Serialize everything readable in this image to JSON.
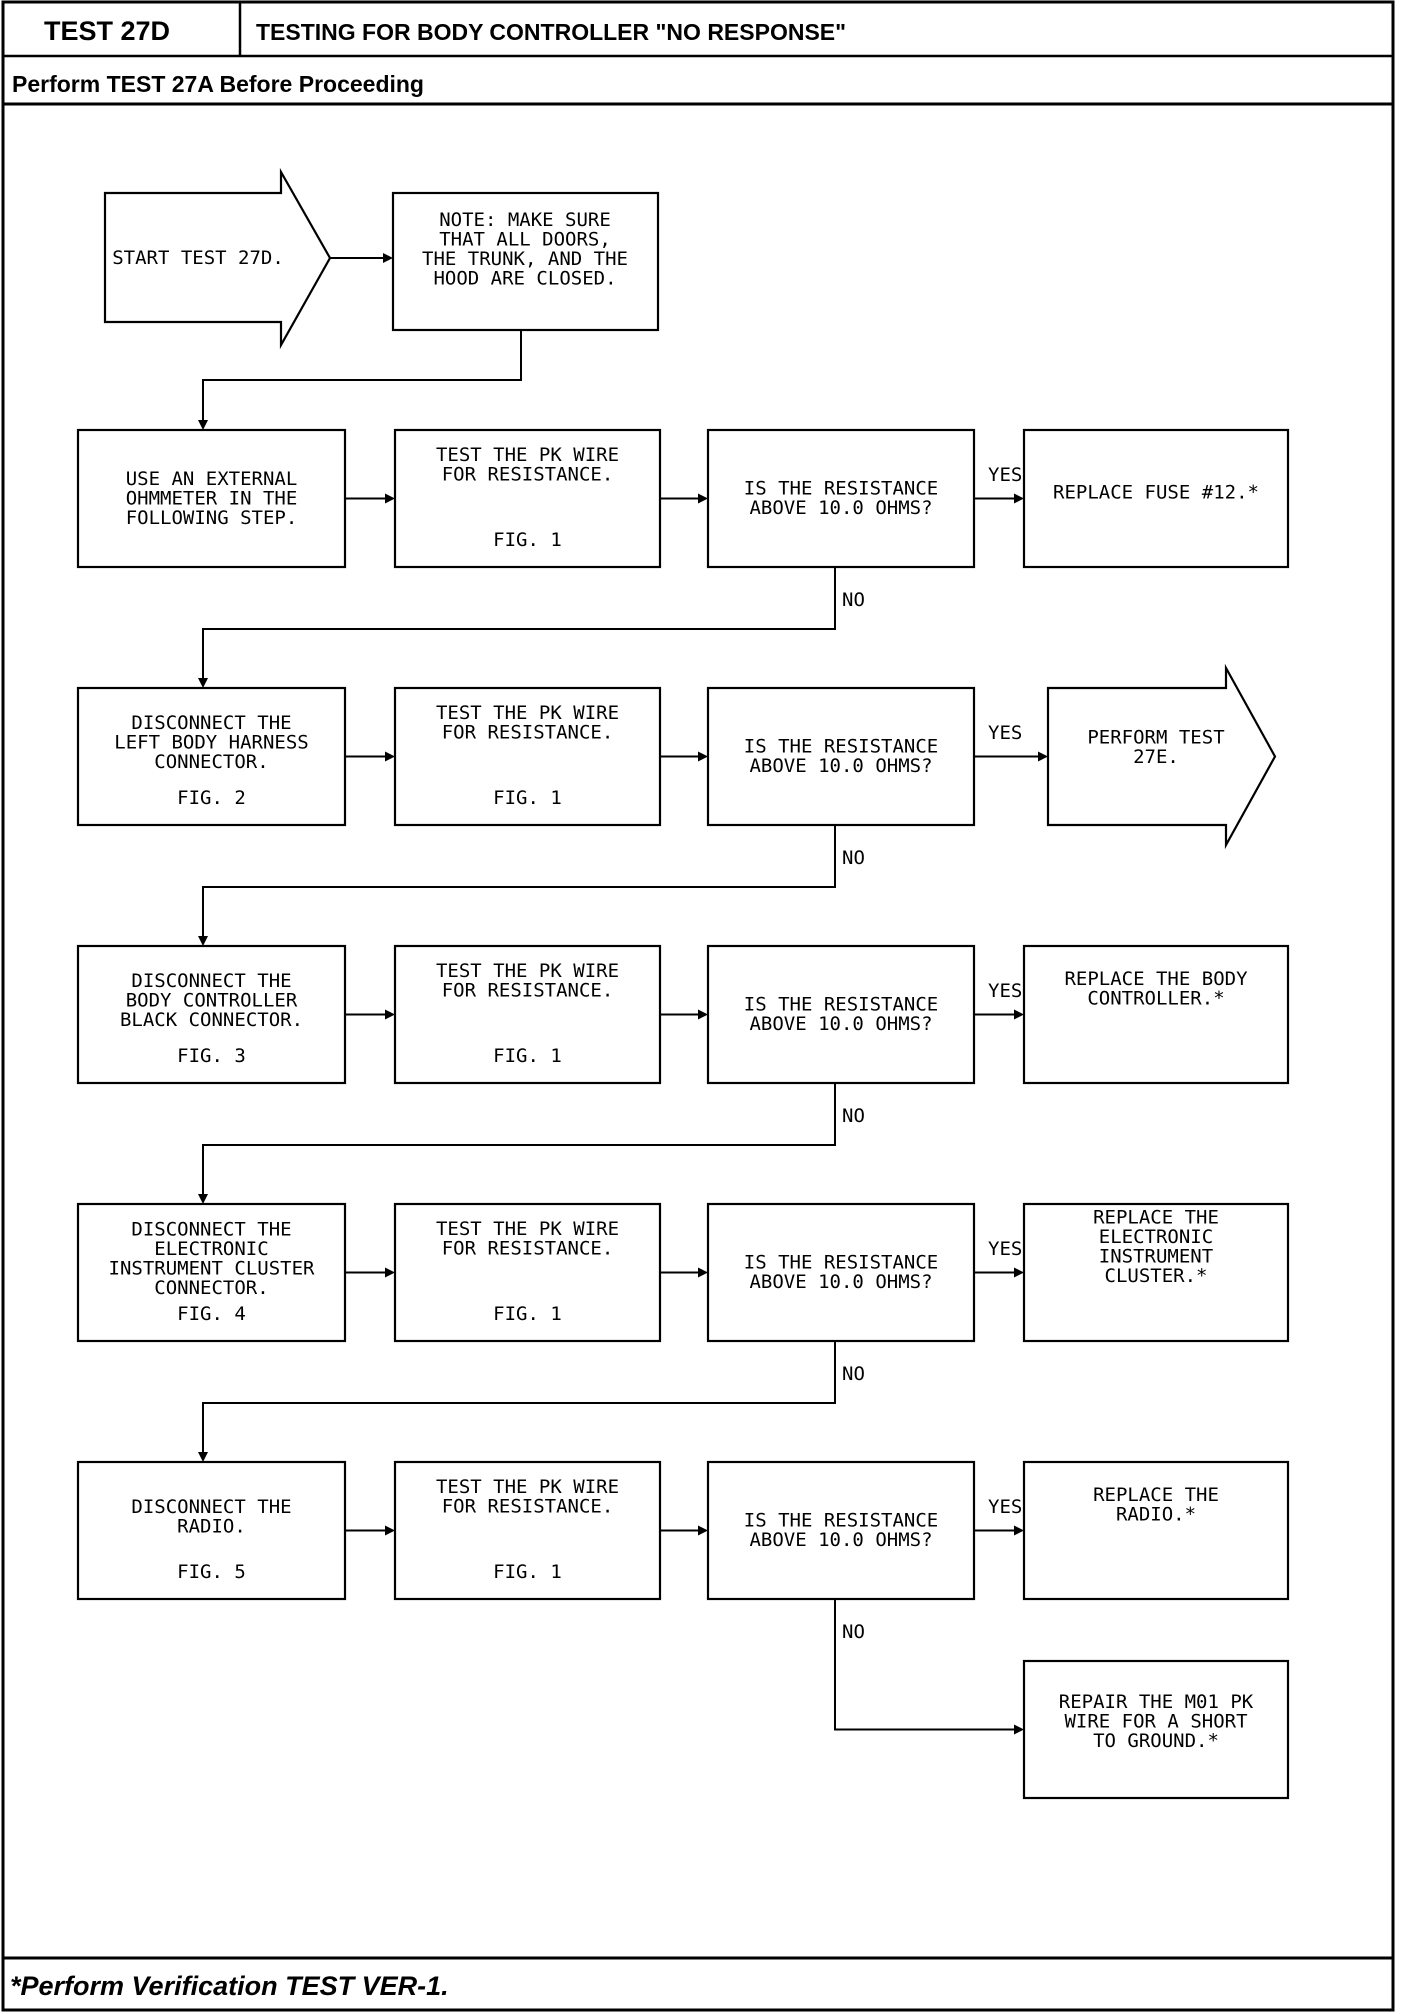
{
  "header": {
    "test_id": "TEST 27D",
    "title": "TESTING FOR BODY CONTROLLER \"NO RESPONSE\"",
    "prerequisite": "Perform TEST 27A Before Proceeding"
  },
  "footer": {
    "note": "*Perform Verification TEST VER-1."
  },
  "flowchart": {
    "start": [
      "START TEST 27D."
    ],
    "note": [
      "NOTE: MAKE SURE",
      "THAT ALL DOORS,",
      "THE TRUNK, AND THE",
      "HOOD ARE CLOSED."
    ],
    "labels": {
      "yes": "YES",
      "no": "NO"
    },
    "rows": [
      {
        "action": [
          "USE AN EXTERNAL",
          "OHMMETER IN THE",
          "FOLLOWING STEP."
        ],
        "action_fig": "",
        "test": [
          "TEST THE PK WIRE",
          "FOR RESISTANCE."
        ],
        "test_fig": "FIG. 1",
        "question": [
          "IS THE RESISTANCE",
          "ABOVE 10.0 OHMS?"
        ],
        "result": [
          "REPLACE FUSE #12.*"
        ],
        "result_is_arrow": false
      },
      {
        "action": [
          "DISCONNECT THE",
          "LEFT BODY HARNESS",
          "CONNECTOR."
        ],
        "action_fig": "FIG. 2",
        "test": [
          "TEST THE PK WIRE",
          "FOR RESISTANCE."
        ],
        "test_fig": "FIG. 1",
        "question": [
          "IS THE RESISTANCE",
          "ABOVE 10.0 OHMS?"
        ],
        "result": [
          "PERFORM TEST",
          "27E."
        ],
        "result_is_arrow": true
      },
      {
        "action": [
          "DISCONNECT THE",
          "BODY CONTROLLER",
          "BLACK CONNECTOR."
        ],
        "action_fig": "FIG. 3",
        "test": [
          "TEST THE PK WIRE",
          "FOR RESISTANCE."
        ],
        "test_fig": "FIG. 1",
        "question": [
          "IS THE RESISTANCE",
          "ABOVE 10.0 OHMS?"
        ],
        "result": [
          "REPLACE THE BODY",
          "CONTROLLER.*"
        ],
        "result_is_arrow": false
      },
      {
        "action": [
          "DISCONNECT THE",
          "ELECTRONIC",
          "INSTRUMENT CLUSTER",
          "CONNECTOR."
        ],
        "action_fig": "FIG. 4",
        "test": [
          "TEST THE PK WIRE",
          "FOR RESISTANCE."
        ],
        "test_fig": "FIG. 1",
        "question": [
          "IS THE RESISTANCE",
          "ABOVE 10.0 OHMS?"
        ],
        "result": [
          "REPLACE THE",
          "ELECTRONIC",
          "INSTRUMENT",
          "CLUSTER.*"
        ],
        "result_is_arrow": false
      },
      {
        "action": [
          "DISCONNECT THE",
          "RADIO."
        ],
        "action_fig": "FIG. 5",
        "test": [
          "TEST THE PK WIRE",
          "FOR RESISTANCE."
        ],
        "test_fig": "FIG. 1",
        "question": [
          "IS THE RESISTANCE",
          "ABOVE 10.0 OHMS?"
        ],
        "result": [
          "REPLACE THE",
          "RADIO.*"
        ],
        "result_is_arrow": false
      }
    ],
    "final": [
      "REPAIR THE M01 PK",
      "WIRE FOR A SHORT",
      "TO GROUND.*"
    ]
  }
}
